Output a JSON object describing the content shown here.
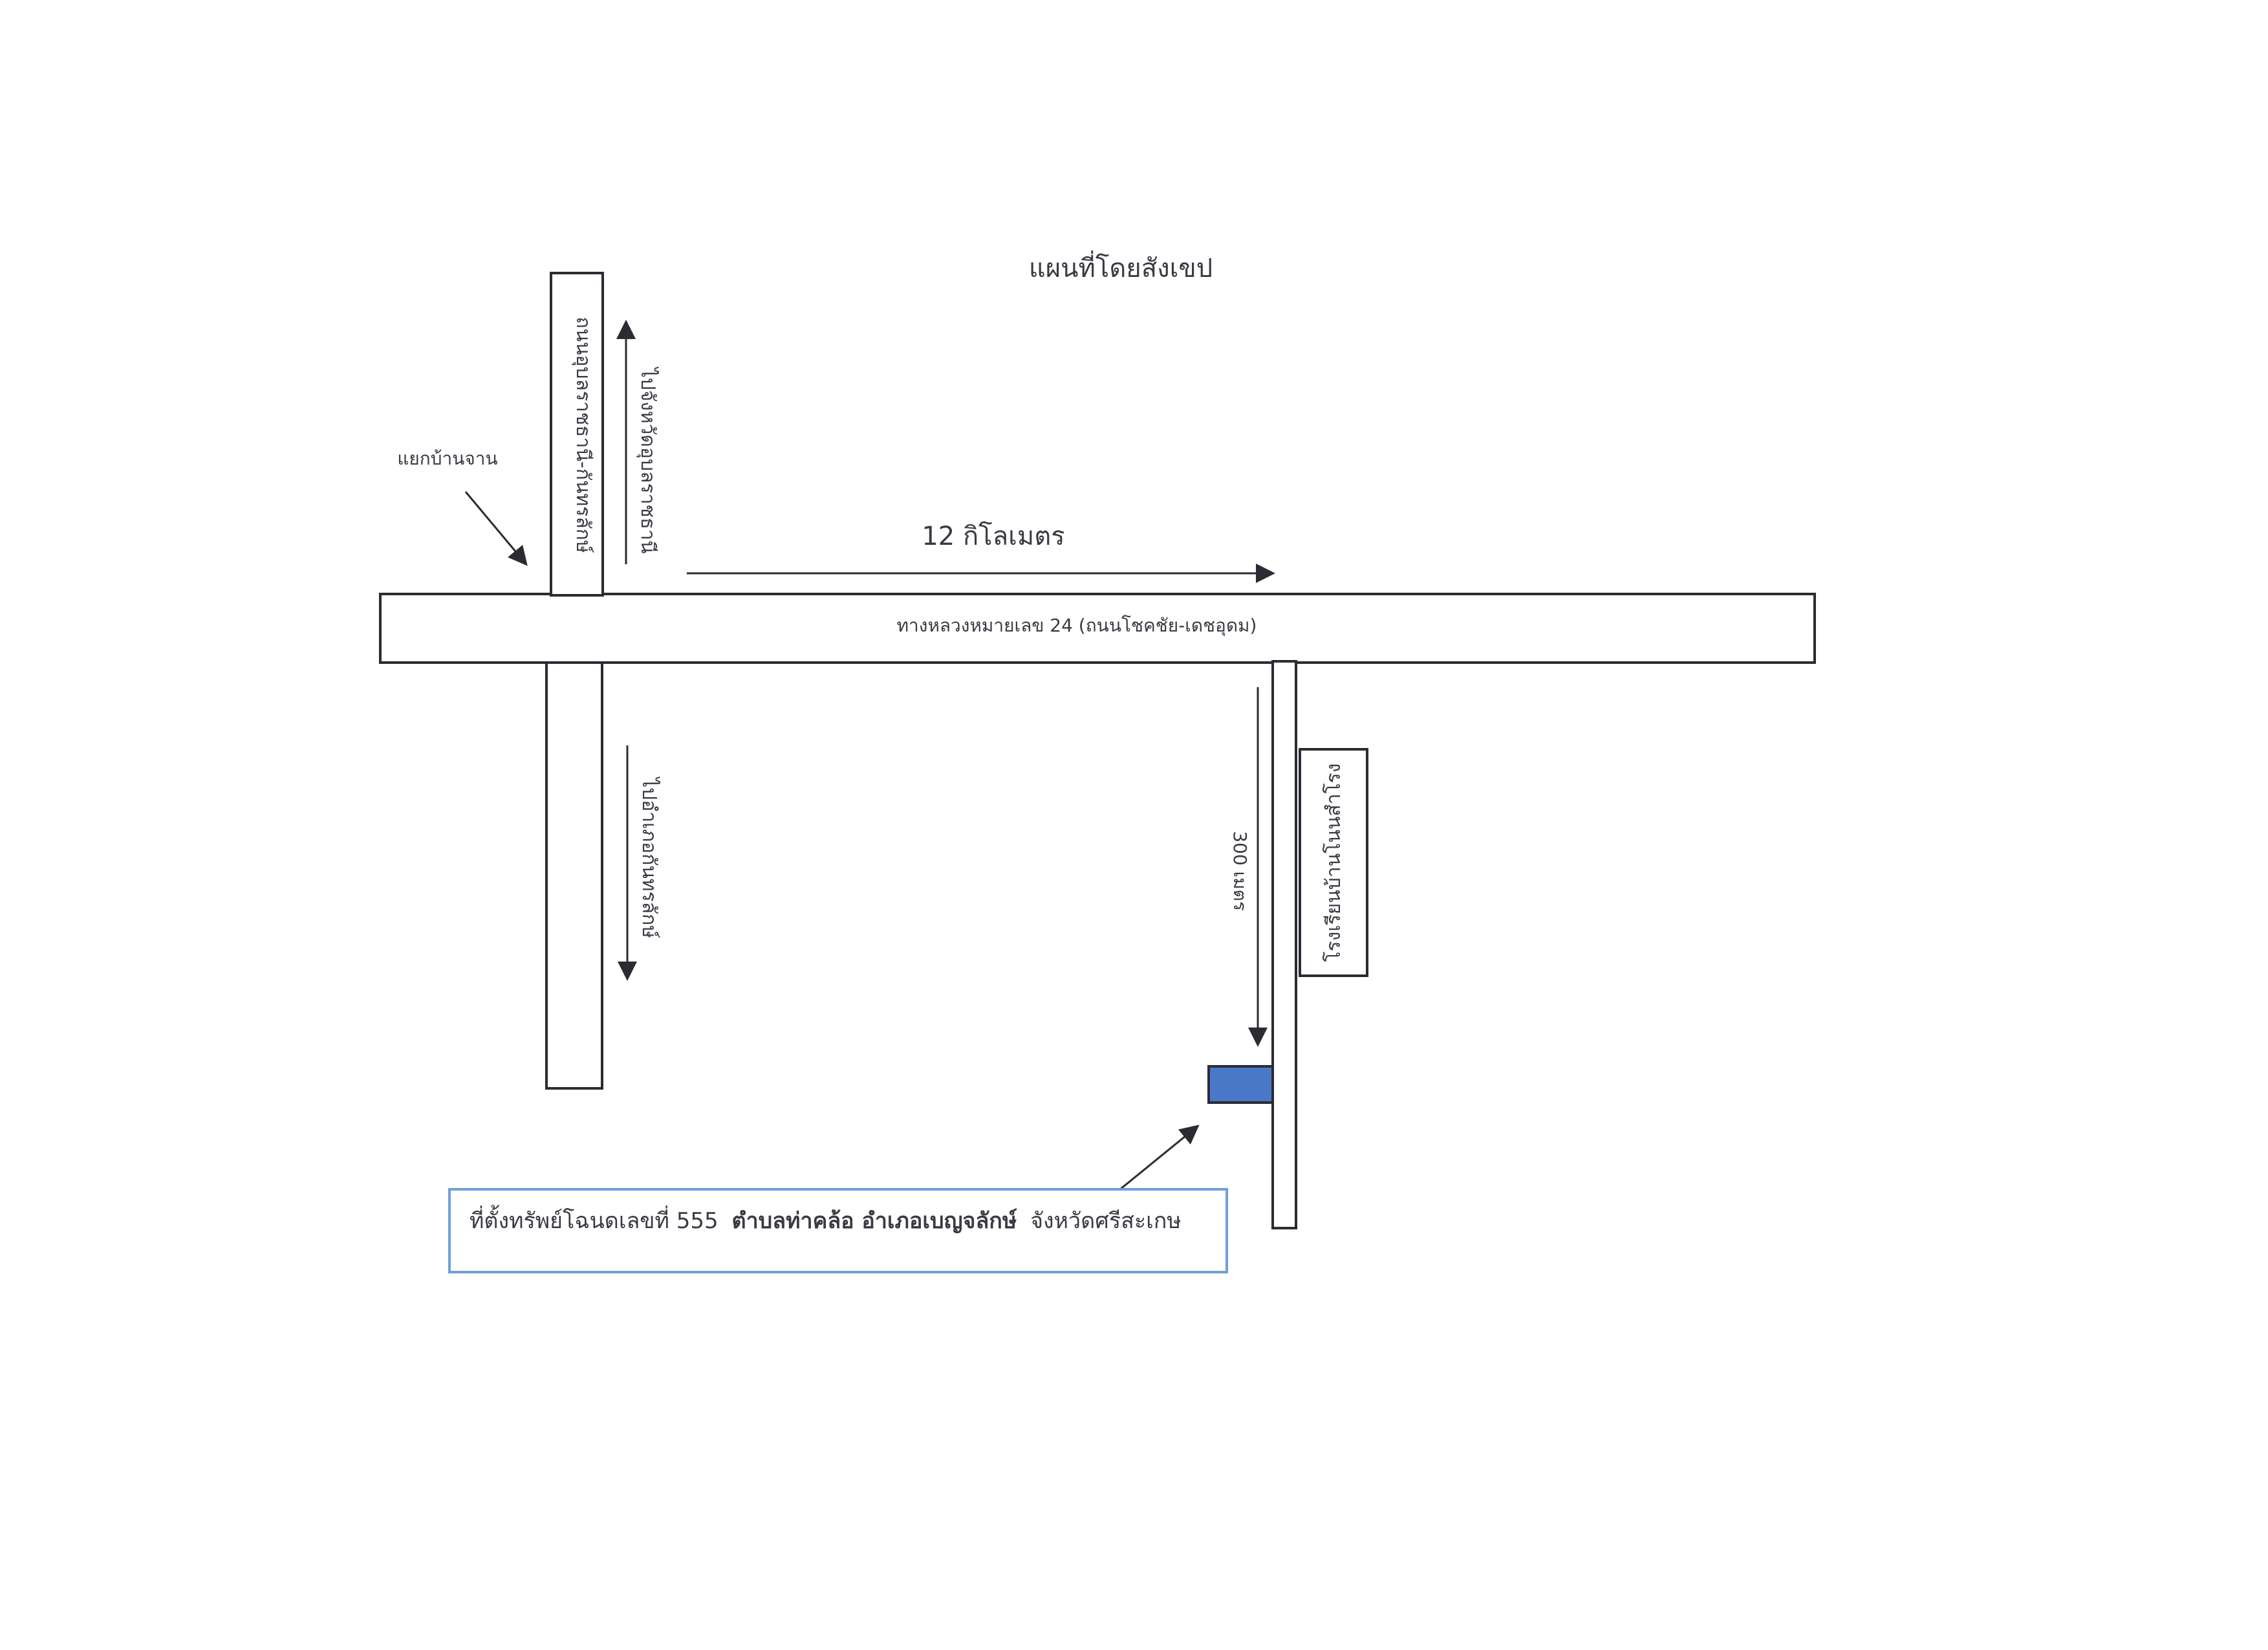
{
  "map": {
    "title": "แผนที่โดยสังเขป",
    "junction_label": "แยกบ้านจาน",
    "north_road_label": "ถนนอุบลราชธานี-กันทรลักษ์",
    "to_ubon_label": "ไปจังหวัดอุบลราชธานี",
    "to_kanthararak_label": "ไปอำเภอกันทรลักษ์",
    "distance_label": "12 กิโลเมตร",
    "highway_label": "ทางหลวงหมายเลข 24 (ถนนโชคชัย-เดชอุดม)",
    "side_distance_label": "300 เมตร",
    "school_label": "โรงเรียนบ้านโนนสำโรง",
    "caption": {
      "part1": "ที่ตั้งทรัพย์โฉนดเลขที่ 555",
      "part2": "ตำบลท่าคล้อ อำเภอเบญจลักษ์",
      "part3": "จังหวัดศรีสะเกษ"
    }
  },
  "colors": {
    "road_stroke": "#2b2b33",
    "property_fill": "#4a78c8",
    "caption_border": "#6fa0d8"
  }
}
